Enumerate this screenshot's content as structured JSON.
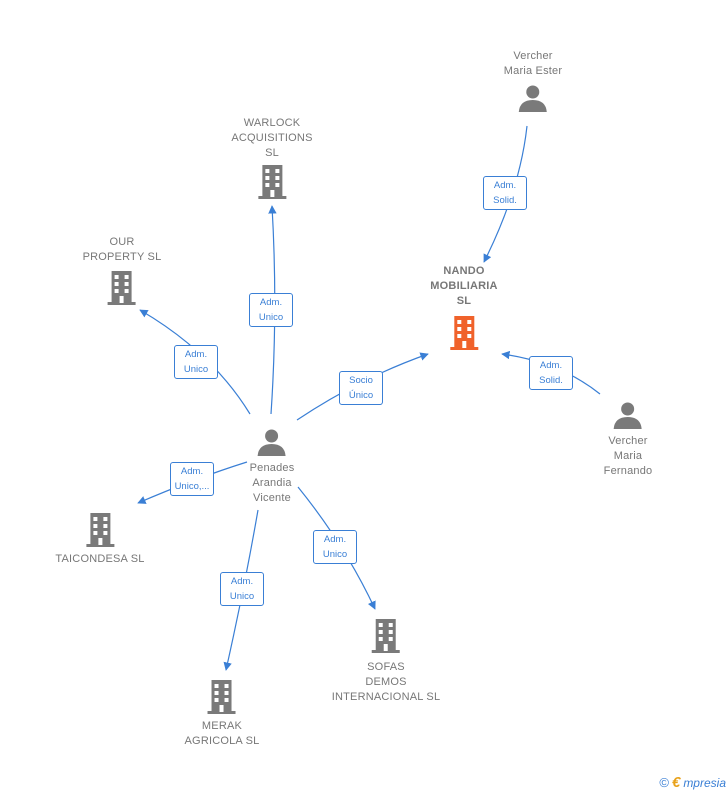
{
  "colors": {
    "edge": "#3a7fd5",
    "icon_gray": "#7a7a7a",
    "icon_focus": "#f0622b",
    "label": "#777777"
  },
  "nodes": {
    "vercher_ester": {
      "label": "Vercher\nMaria Ester",
      "icon": "person-icon"
    },
    "warlock": {
      "label": "WARLOCK\nACQUISITIONS\nSL",
      "icon": "building-icon"
    },
    "our_property": {
      "label": "OUR\nPROPERTY  SL",
      "icon": "building-icon"
    },
    "nando": {
      "label": "NANDO\nMOBILIARIA\nSL",
      "icon": "building-icon"
    },
    "vercher_fernando": {
      "label": "Vercher\nMaria\nFernando",
      "icon": "person-icon"
    },
    "penades": {
      "label": "Penades\nArandia\nVicente",
      "icon": "person-icon"
    },
    "taicondesa": {
      "label": "TAICONDESA SL",
      "icon": "building-icon"
    },
    "sofas": {
      "label": "SOFAS\nDEMOS\nINTERNACIONAL SL",
      "icon": "building-icon"
    },
    "merak": {
      "label": "MERAK\nAGRICOLA  SL",
      "icon": "building-icon"
    }
  },
  "edges": {
    "ester_nando": "Adm.\nSolid.",
    "fernando_nando": "Adm.\nSolid.",
    "penades_warlock": "Adm.\nUnico",
    "penades_our": "Adm.\nUnico",
    "penades_nando": "Socio\nÚnico",
    "penades_taic": "Adm.\nUnico,...",
    "penades_sofas": "Adm.\nUnico",
    "penades_merak": "Adm.\nUnico"
  },
  "brand": {
    "copyright": "©",
    "initial": "€",
    "name": "mpresia"
  }
}
